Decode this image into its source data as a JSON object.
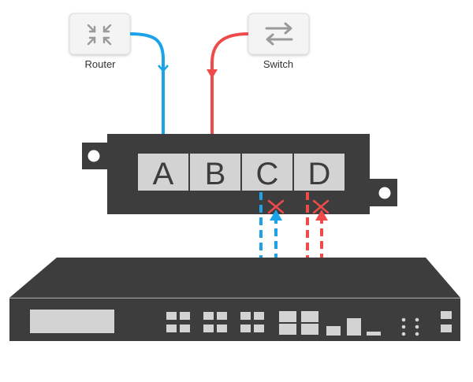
{
  "devices": {
    "router": {
      "label": "Router",
      "icon": "router-icon"
    },
    "switch": {
      "label": "Switch",
      "icon": "switch-icon"
    }
  },
  "tap": {
    "ports": [
      {
        "label": "A"
      },
      {
        "label": "B"
      },
      {
        "label": "C"
      },
      {
        "label": "D"
      }
    ]
  },
  "colors": {
    "blue": "#1aa3e8",
    "red": "#ef4b4b",
    "panel": "#3d3d3d",
    "port_box": "#d3d3d3"
  }
}
